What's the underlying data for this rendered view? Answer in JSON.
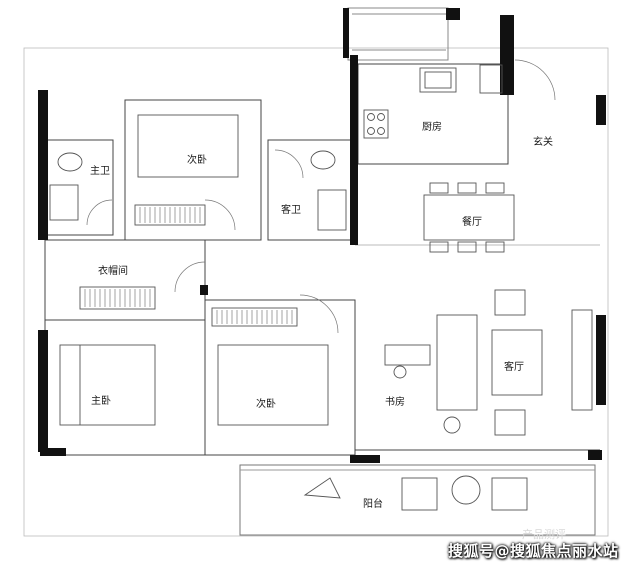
{
  "rooms": {
    "master_bath": "主卫",
    "second_bedroom_top": "次卧",
    "guest_bath": "客卫",
    "kitchen": "厨房",
    "entrance": "玄关",
    "dining": "餐厅",
    "cloakroom": "衣帽间",
    "living": "客厅",
    "master_bedroom": "主卧",
    "second_bedroom_bottom": "次卧",
    "study": "书房",
    "balcony": "阳台"
  },
  "watermark": {
    "main": "搜狐号@搜狐焦点丽水站",
    "secondary": "产品测评"
  },
  "colors": {
    "wall": "#111111",
    "line": "#444444",
    "thin": "#888888",
    "background": "#ffffff"
  }
}
